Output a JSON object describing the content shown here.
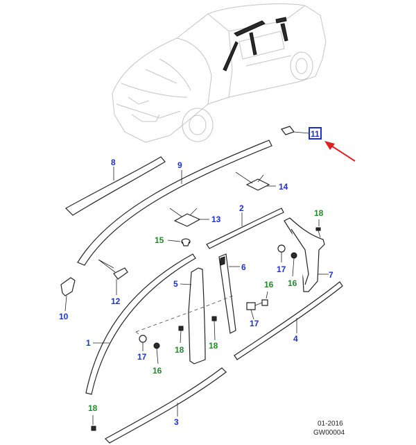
{
  "callouts": {
    "p1": "1",
    "p2": "2",
    "p3": "3",
    "p4": "4",
    "p5": "5",
    "p6": "6",
    "p7": "7",
    "p8": "8",
    "p9": "9",
    "p10": "10",
    "p11": "11",
    "p12": "12",
    "p13": "13",
    "p14": "14",
    "p15": "15",
    "p16a": "16",
    "p16b": "16",
    "p16c": "16",
    "p17a": "17",
    "p17b": "17",
    "p17c": "17",
    "p18a": "18",
    "p18b": "18",
    "p18c": "18",
    "p18d": "18"
  },
  "footer": {
    "date": "01-2016",
    "code": "GW00004"
  },
  "colors": {
    "fastener_label": "#1f8a2a",
    "part_label": "#1c2fd6",
    "arrow": "#e02020",
    "highlight": "#1c2fd6"
  },
  "highlighted_part": "11"
}
